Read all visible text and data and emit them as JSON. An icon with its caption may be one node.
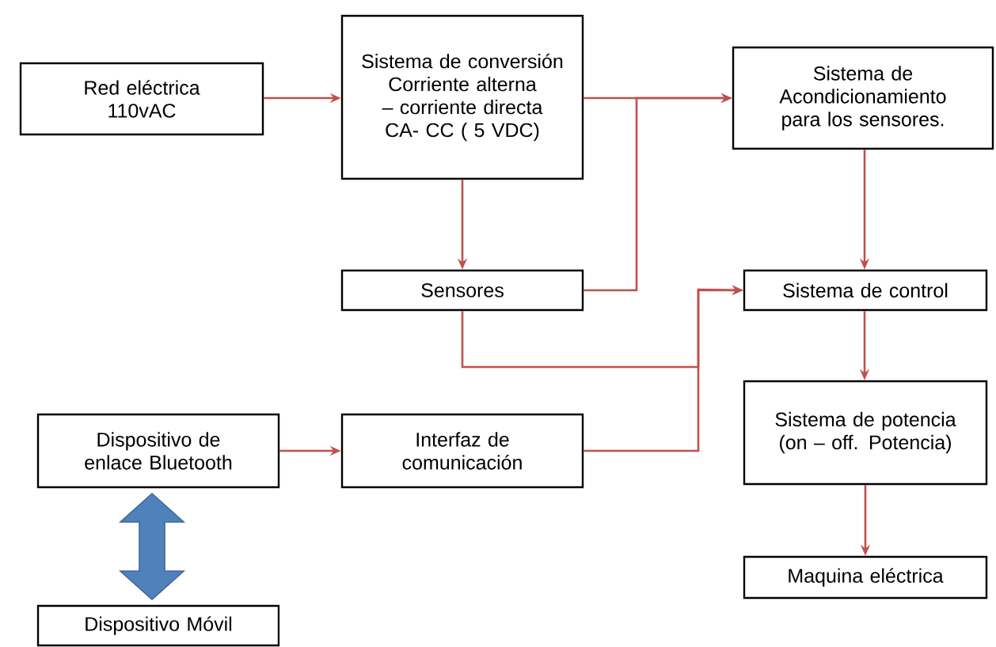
{
  "diagram": {
    "nodes": [
      {
        "text": [
          "Red eléctrica 110vAC"
        ]
      },
      {
        "text": [
          "Sistema de conversión Corriente alterna – corriente directa CA- CC ( 5 VDC)"
        ]
      },
      {
        "text": [
          "Sistema de Acondicionamiento para los sensores."
        ]
      },
      {
        "text": [
          "Sensores"
        ]
      },
      {
        "text": [
          "Sistema de control"
        ]
      },
      {
        "text": [
          "Dispositivo de enlace Bluetooth"
        ]
      },
      {
        "text": [
          "Interfaz de comunicación"
        ]
      },
      {
        "text": [
          "Sistema de potencia (on – off. Potencia)"
        ]
      },
      {
        "text": [
          "Maquina eléctrica"
        ]
      },
      {
        "text": [
          "Dispositivo Móvil"
        ]
      }
    ],
    "edges": [
      {
        "from": 0,
        "to": 1,
        "arrow": "to"
      },
      {
        "from": 1,
        "to": 2,
        "arrow": "to"
      },
      {
        "from": 1,
        "to": 3,
        "arrow": "to"
      },
      {
        "from": 3,
        "to": 2,
        "arrow": "to"
      },
      {
        "from": 2,
        "to": 4,
        "arrow": "to"
      },
      {
        "from": 3,
        "to": 4,
        "arrow": "to"
      },
      {
        "from": 6,
        "to": 4,
        "arrow": "to"
      },
      {
        "from": 4,
        "to": 7,
        "arrow": "to"
      },
      {
        "from": 7,
        "to": 8,
        "arrow": "to"
      },
      {
        "from": 5,
        "to": 6,
        "arrow": "to"
      },
      {
        "from": 5,
        "to": 9,
        "arrow": "both",
        "style": "thick",
        "color": "#4f81bd"
      }
    ]
  }
}
